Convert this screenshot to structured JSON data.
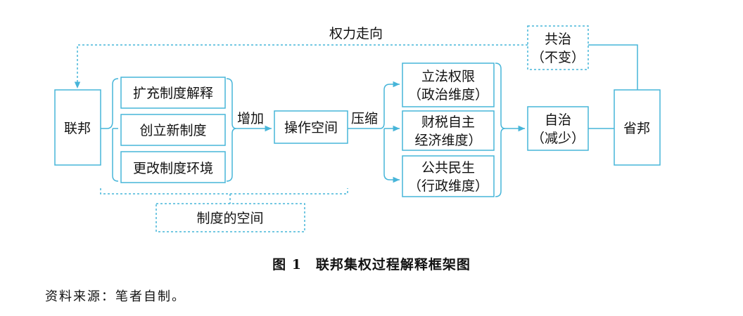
{
  "colors": {
    "stroke": "#47b5d9",
    "text": "#111111"
  },
  "nodes": {
    "federation": "联邦",
    "expand_interpretation": "扩充制度解释",
    "create_system": "创立新制度",
    "change_environment": "更改制度环境",
    "operation_space": "操作空间",
    "legislative_line1": "立法权限",
    "legislative_line2": "（政治维度）",
    "fiscal_line1": "财税自主",
    "fiscal_line2": "经济维度）",
    "public_line1": "公共民生",
    "public_line2": "（行政维度）",
    "autonomy_line1": "自治",
    "autonomy_line2": "（减少）",
    "province": "省邦",
    "co_governance_line1": "共治",
    "co_governance_line2": "（不变）",
    "institutional_space": "制度的空间"
  },
  "labels": {
    "power_direction": "权力走向",
    "increase": "增加",
    "compress": "压缩"
  },
  "caption": "图 1　联邦集权过程解释框架图",
  "source": "资料来源：笔者自制。"
}
